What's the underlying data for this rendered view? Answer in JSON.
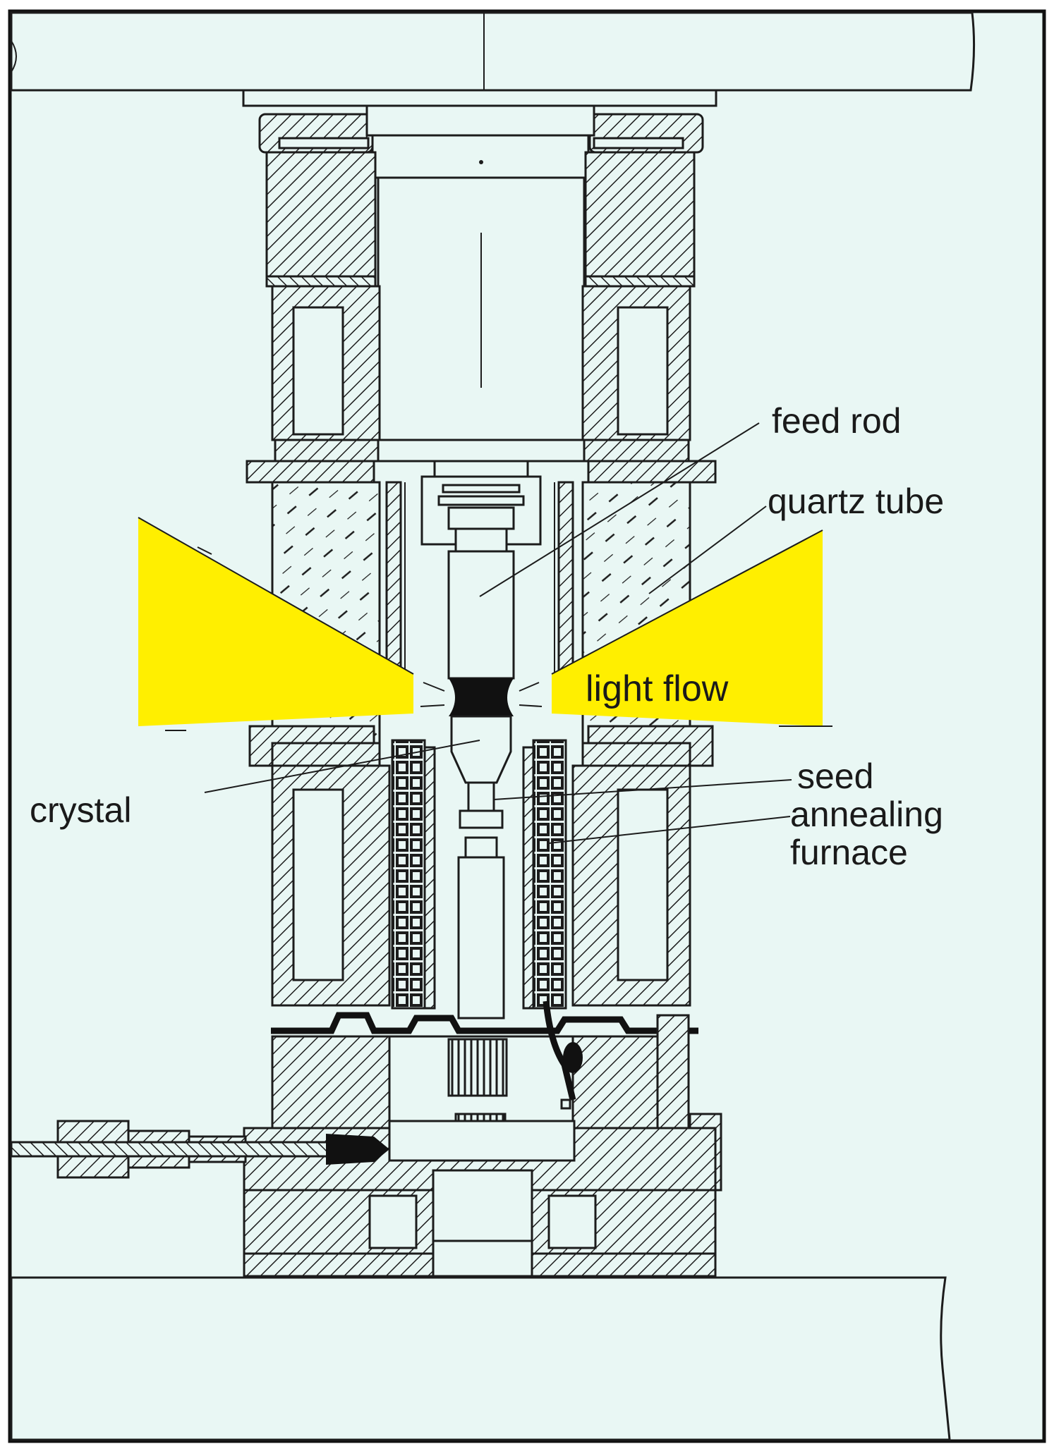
{
  "labels": {
    "feed_rod": "feed rod",
    "quartz_tube": "quartz tube",
    "light_flow": "light flow",
    "crystal": "crystal",
    "seed": "seed",
    "annealing": "annealing",
    "furnace": "furnace"
  },
  "colors": {
    "background": "#e9f7f4",
    "light_beam": "#ffef00",
    "ink": "#1c1c1c",
    "frame": "#111111"
  }
}
